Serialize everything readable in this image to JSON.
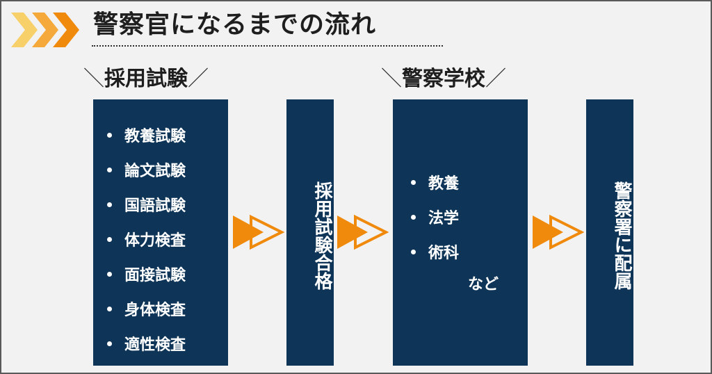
{
  "title": "警察官になるまでの流れ",
  "sections": {
    "exam_label": "採用試験",
    "school_label": "警察学校"
  },
  "exam_items": [
    "教養試験",
    "論文試験",
    "国語試験",
    "体力検査",
    "面接試験",
    "身体検査",
    "適性検査"
  ],
  "pass_label": "採用試験合格",
  "school_items": [
    "教養",
    "法学",
    "術科"
  ],
  "school_note": "など",
  "assign_label": "警察署に配属",
  "colors": {
    "box": "#0e3557",
    "arrow": "#f08a0c",
    "chevron_light": "#f7c25a",
    "chevron_dark": "#f08a0c"
  }
}
